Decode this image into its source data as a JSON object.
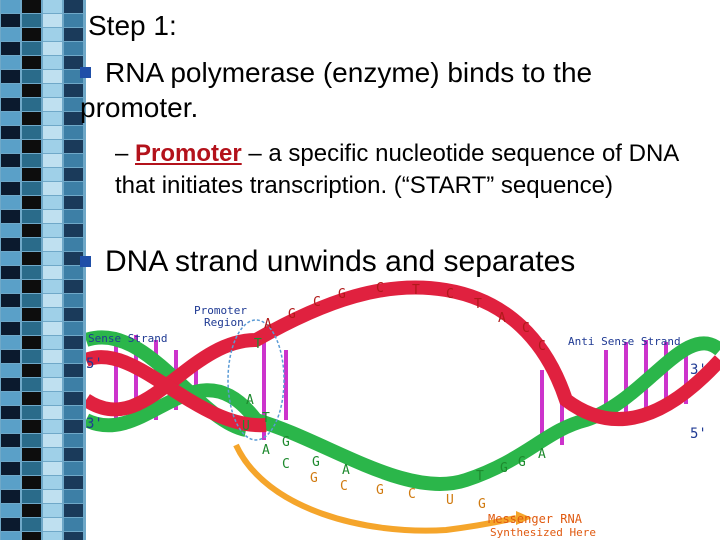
{
  "slide": {
    "step_title": "Step 1:",
    "bullet1": "RNA polymerase (enzyme) binds to the promoter.",
    "sub_dash": "– ",
    "sub_term": "Promoter",
    "sub_rest": " – a specific nucleotide sequence of DNA that initiates transcription.  (“START” sequence)",
    "bullet2": "DNA strand unwinds and separates"
  },
  "diagram": {
    "promoter_label_line1": "Promoter",
    "promoter_label_line2": "Region",
    "sense_strand": "Sense Strand",
    "anti_sense_strand": "Anti Sense Strand",
    "end_5_left": "5'",
    "end_3_left": "3'",
    "end_3_right": "3'",
    "end_5_right": "5'",
    "mrna_line1": "Messenger RNA",
    "mrna_line2": "Synthesized Here",
    "top_bases": [
      "A",
      "G",
      "C",
      "G",
      "C",
      "T",
      "C",
      "T",
      "A",
      "C",
      "C"
    ],
    "bottom_bases": [
      "T",
      "A",
      "U",
      "T",
      "A",
      "G",
      "C",
      "G",
      "A",
      "T",
      "G",
      "G",
      "A"
    ],
    "rna_bases": [
      "G",
      "C",
      "G",
      "C",
      "U",
      "G"
    ],
    "colors": {
      "sense_strand": "#e0213f",
      "anti_sense_strand": "#2bb64a",
      "mrna": "#f5a52b",
      "rungs": "#cc33cc",
      "bullet": "#1f4fa8",
      "promoter_term": "#b3121b"
    }
  }
}
